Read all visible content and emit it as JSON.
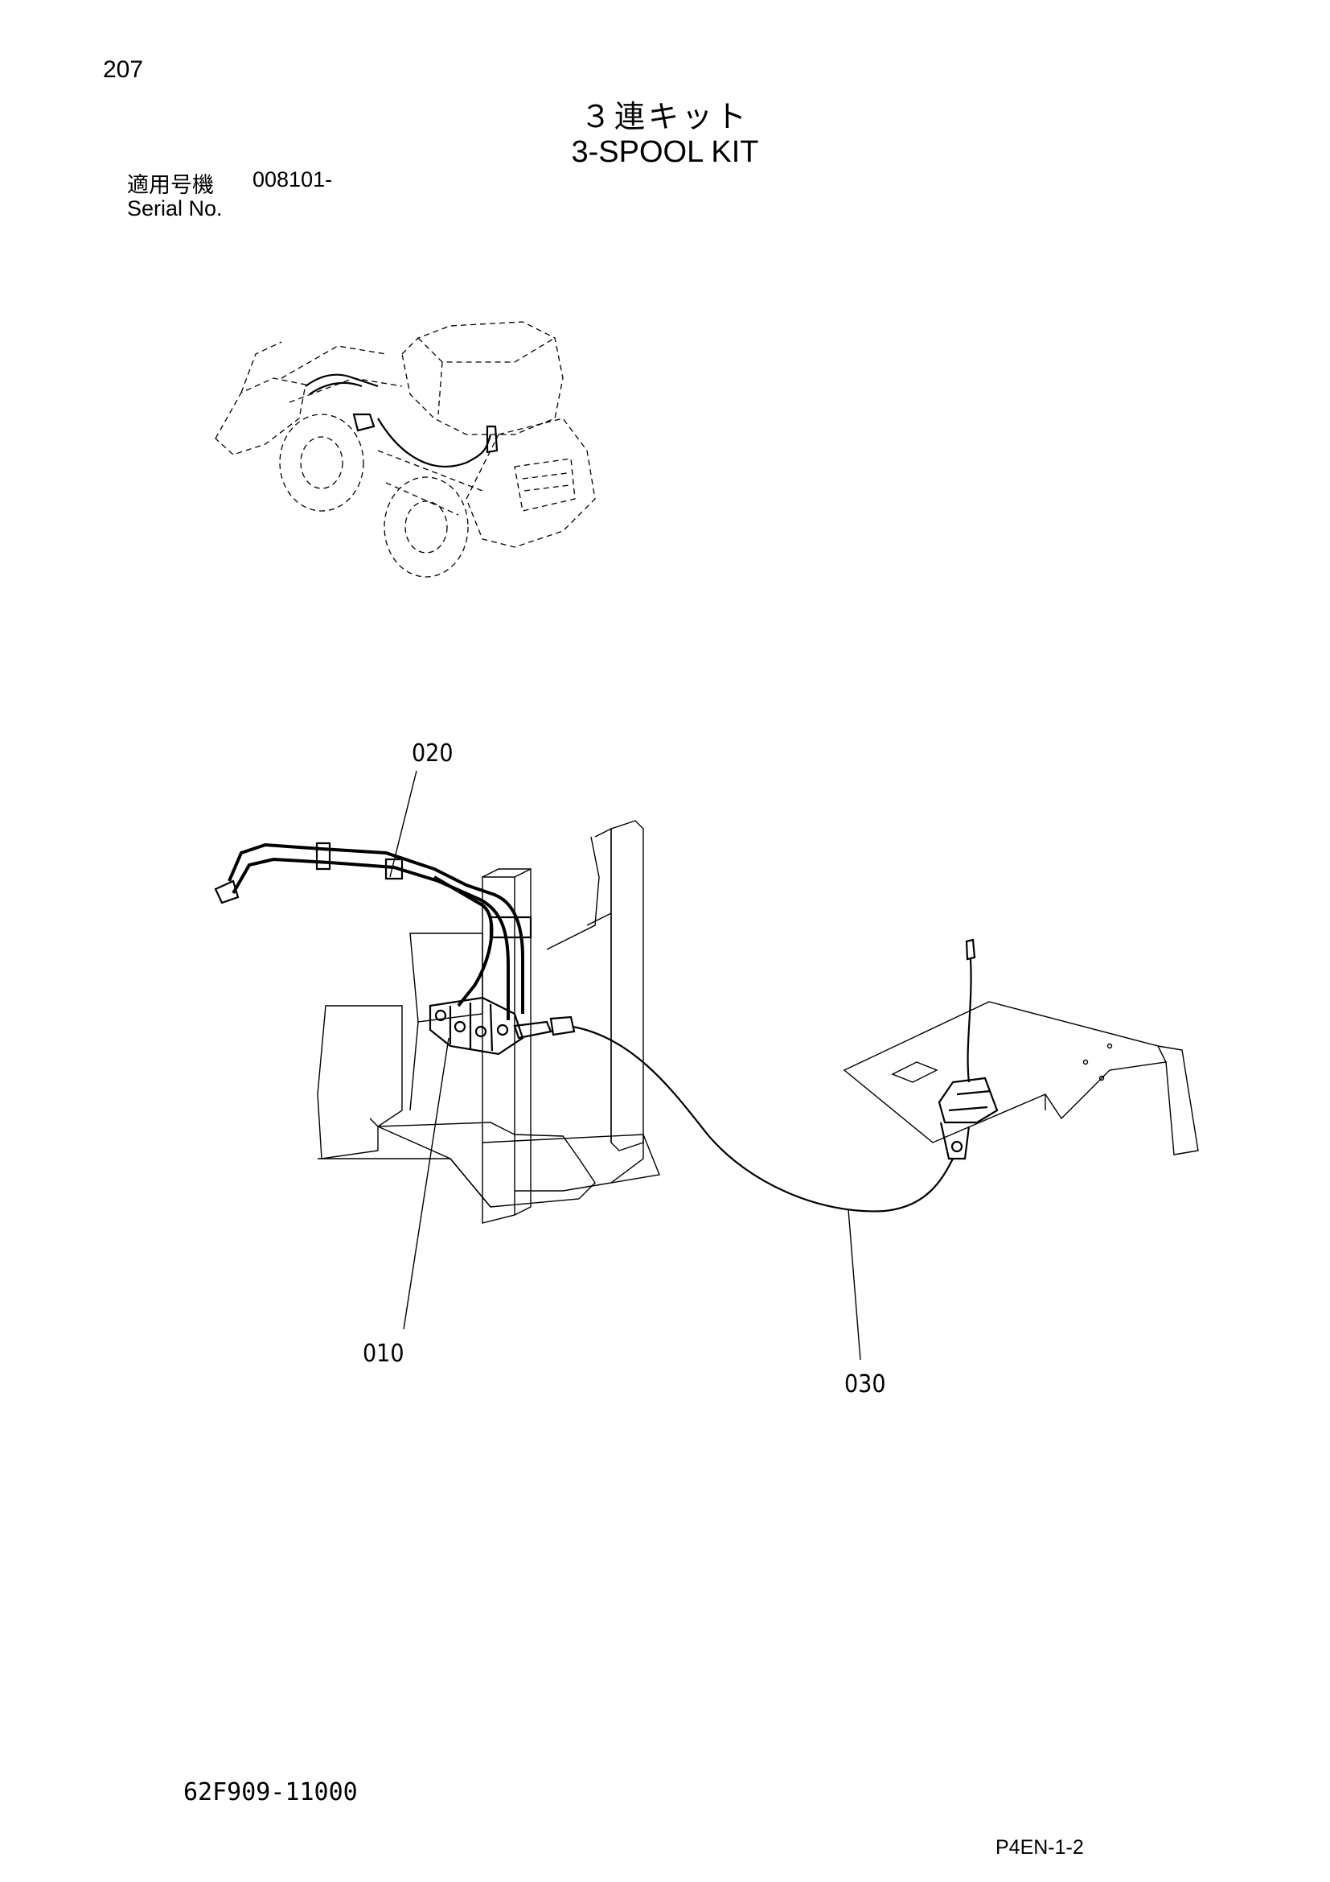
{
  "header": {
    "page_number": "207",
    "title_jp": "３連キット",
    "title_en": "3-SPOOL KIT",
    "serial_label_jp": "適用号機",
    "serial_value": "008101-",
    "serial_label_en": "Serial No."
  },
  "callouts": [
    {
      "id": "020",
      "label": "020"
    },
    {
      "id": "010",
      "label": "010"
    },
    {
      "id": "030",
      "label": "030"
    }
  ],
  "footer": {
    "drawing_number": "62F909-11000",
    "page_code": "P4EN-1-2"
  }
}
